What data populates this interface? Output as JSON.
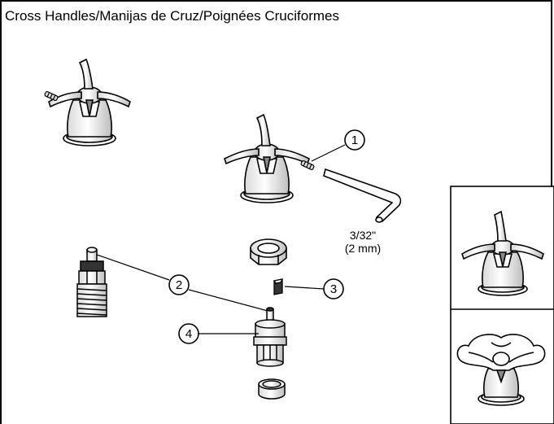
{
  "title": "Cross Handles/Manijas de Cruz/Poignées Cruciformes",
  "hex_key_size": {
    "inch": "3/32\"",
    "mm": "(2 mm)"
  },
  "callouts": [
    "1",
    "2",
    "3",
    "4"
  ],
  "colors": {
    "line": "#000000",
    "background": "#ffffff",
    "gray": "#9a9a9a"
  }
}
